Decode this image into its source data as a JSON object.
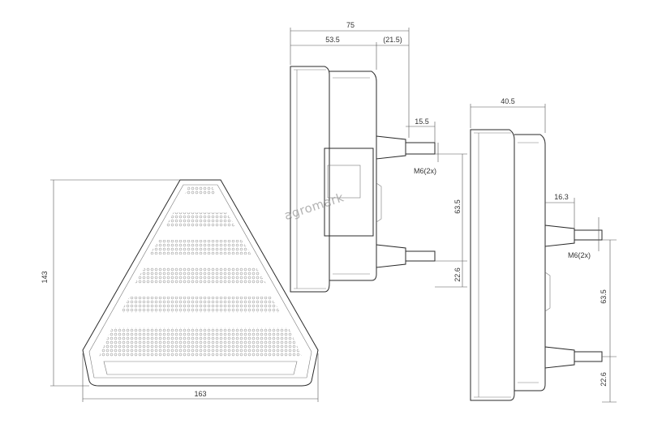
{
  "watermark": "agromark",
  "front_view": {
    "width": "163",
    "height": "143"
  },
  "side_view": {
    "depth_total": "75",
    "depth_body": "53.5",
    "depth_rear": "(21.5)",
    "stud_length": "15.5",
    "thread": "M6(2x)",
    "stud_spacing": "63.5",
    "stud_offset": "22.6"
  },
  "side_view_2": {
    "depth": "40.5",
    "stud_length": "16.3",
    "thread": "M6(2x)",
    "stud_spacing": "63.5",
    "stud_offset": "22.6"
  }
}
